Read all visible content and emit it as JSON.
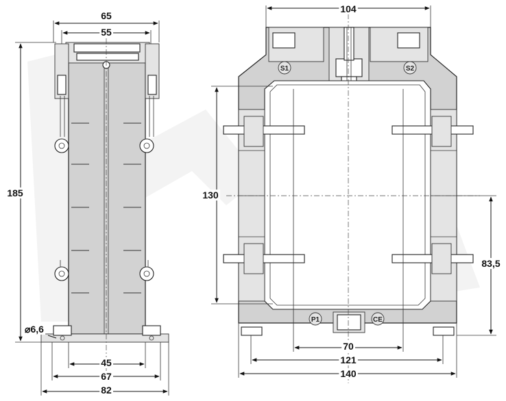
{
  "side_view": {
    "dim_top_outer": "65",
    "dim_top_inner": "55",
    "dim_height": "185",
    "dim_hole": "⌀6,6",
    "dim_base_inner": "45",
    "dim_base_mid": "67",
    "dim_base_outer": "82"
  },
  "front_view": {
    "dim_top": "104",
    "dim_window_height": "130",
    "dim_center_height": "83,5",
    "dim_window_width": "70",
    "dim_mount_width": "121",
    "dim_total_width": "140",
    "terminal_s1": "S1",
    "terminal_s2": "S2",
    "terminal_p1": "P1",
    "ce_mark": "CE"
  },
  "colors": {
    "body_fill": "#d2d2d2",
    "watermark": "#f3f3f3"
  }
}
